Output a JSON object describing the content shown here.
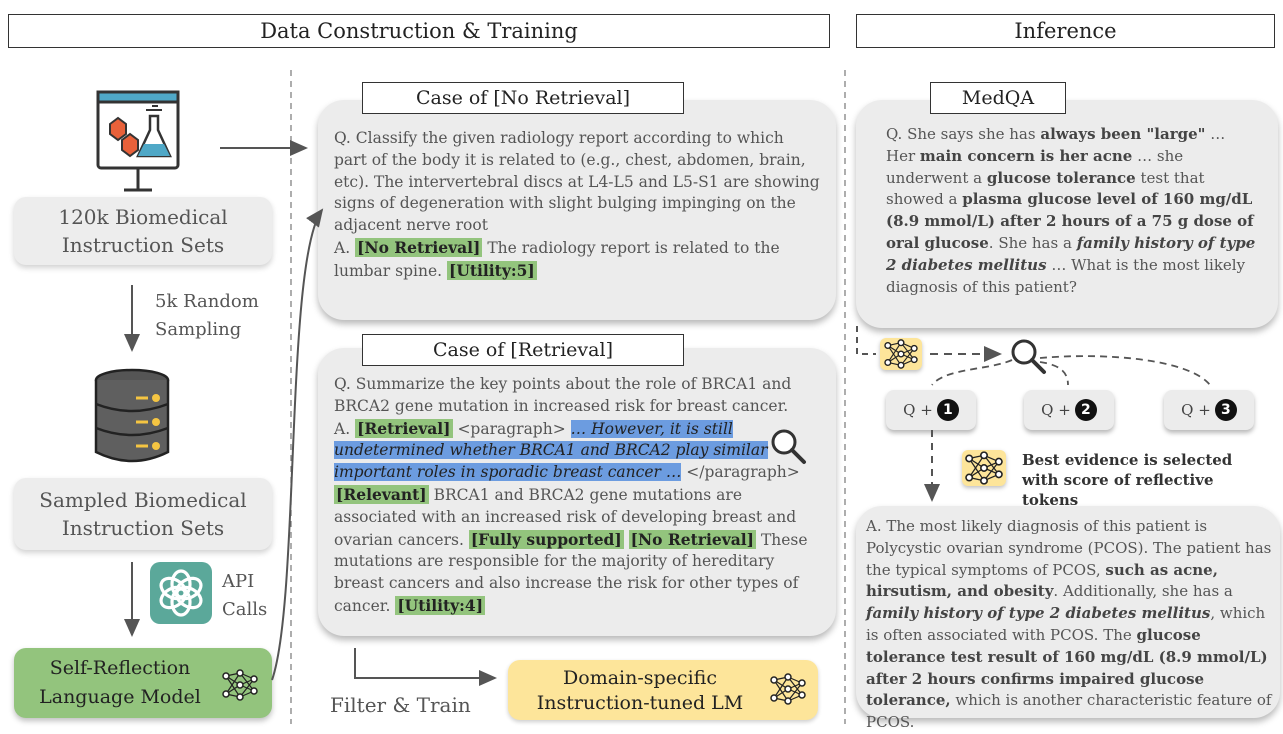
{
  "headers": {
    "data_construction": "Data Construction & Training",
    "inference": "Inference"
  },
  "left": {
    "biomedical_sets": "120k Biomedical Instruction Sets",
    "sampling": "5k Random Sampling",
    "sampled_sets": "Sampled Biomedical Instruction Sets",
    "api_calls": "API Calls",
    "self_reflection_lm": "Self-Reflection Language  Model"
  },
  "case_no_retrieval": {
    "title": "Case of [No Retrieval]",
    "question": "Q. Classify the given radiology report according to which part of the body it is related to (e.g., chest, abdomen, brain, etc). The intervertebral discs at L4-L5 and L5-S1 are showing signs of degeneration with slight bulging impinging on the adjacent nerve root",
    "answer_prefix": "A.",
    "tag_no_retrieval": "[No Retrieval]",
    "answer_text": "The radiology report is related to the lumbar spine.",
    "tag_utility": "[Utility:5]"
  },
  "case_retrieval": {
    "title": "Case of [Retrieval]",
    "question": "Q. Summarize the key points about the role of BRCA1 and BRCA2 gene mutation in increased risk for breast cancer.",
    "answer_prefix": "A.",
    "tag_retrieval": "[Retrieval]",
    "para_open": "<paragraph>",
    "para_text": "… However, it is still undetermined whether BRCA1 and BRCA2 play similar important roles in sporadic breast cancer …",
    "para_close": "</paragraph>",
    "tag_relevant": "[Relevant]",
    "text1": "BRCA1 and BRCA2 gene mutations are associated with an increased risk of developing breast and ovarian cancers.",
    "tag_fully": "[Fully supported]",
    "tag_noret": "[No Retrieval]",
    "text2": "These mutations are responsible for the majority of hereditary breast cancers and also increase the risk for other types of cancer.",
    "tag_utility": "[Utility:4]"
  },
  "bottom": {
    "filter_train": "Filter & Train",
    "domain_lm": "Domain-specific Instruction-tuned LM"
  },
  "medqa": {
    "title": "MedQA",
    "q1": "Q. She says she has",
    "b1": "always been \"large\"",
    "q2": "… Her",
    "b2": "main concern is her acne",
    "q3": "… she underwent a",
    "b3": "glucose tolerance",
    "q4": "test that showed a",
    "b4": "plasma glucose level of 160 mg/dL (8.9 mmol/L) after 2 hours of a 75 g dose of oral glucose",
    "q5": ". She has a",
    "bi5": "family history of type 2 diabetes mellitus",
    "q6": "… What is the most likely diagnosis of this patient?"
  },
  "inference": {
    "q_label": "Q +",
    "q1": "1",
    "q2": "2",
    "q3": "3",
    "best_evidence": "Best evidence is selected with score of reflective tokens"
  },
  "answer": {
    "a1": "A. The most likely diagnosis of this patient is Polycystic ovarian syndrome (PCOS). The patient has the typical symptoms of PCOS,",
    "b1": "such as acne, hirsutism, and obesity",
    "a2": ". Additionally, she has a",
    "bi2": "family history of type 2 diabetes mellitus",
    "a3": ", which is often associated with PCOS. The",
    "b3": "glucose tolerance test result of 160 mg/dL (8.9 mmol/L) after 2 hours confirms impaired glucose tolerance,",
    "a4": "which is another characteristic feature of PCOS."
  },
  "colors": {
    "green": "#93c47d",
    "yellow": "#fde59a",
    "highlight_blue": "#6c9ce0",
    "gray_box": "#ececec"
  },
  "icons": [
    "lab-flask-icon",
    "database-icon",
    "openai-logo-icon",
    "neural-network-icon",
    "magnifier-icon"
  ]
}
